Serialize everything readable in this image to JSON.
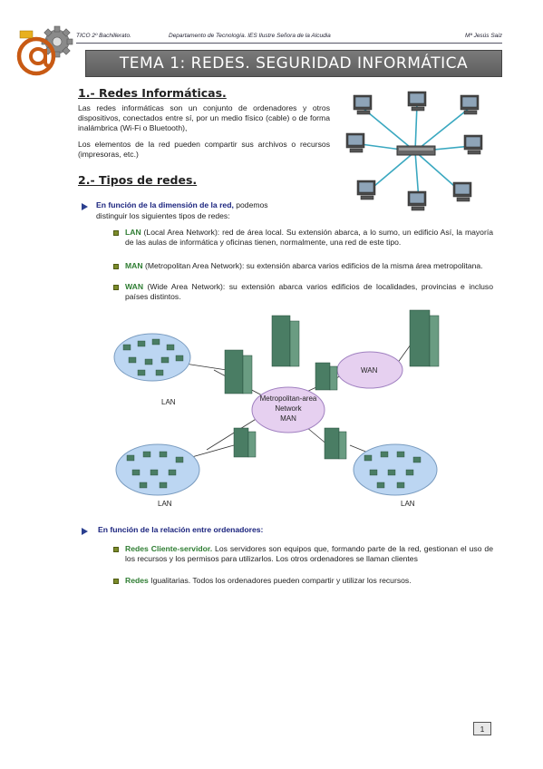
{
  "header": {
    "left": "TICO 2º Bachillerato.",
    "center": "Departamento de Tecnología. IES Ilustre Señora de la Alcudia",
    "right": "Mª Jesús Saiz"
  },
  "title": "TEMA 1: REDES. SEGURIDAD INFORMÁTICA",
  "section1": {
    "heading": "1.- Redes Informáticas.",
    "p1": "Las redes informáticas son un conjunto de ordenadores y otros dispositivos, conectados entre sí, por un medio físico (cable) o de forma inalámbrica (Wi-Fi o Bluetooth),",
    "p2": "Los elementos de la red pueden compartir sus archivos o recursos (impresoras, etc.)"
  },
  "section2": {
    "heading": "2.- Tipos de redes.",
    "bullet1_bold": "En función de la dimensión de la red,",
    "bullet1_rest": " podemos",
    "bullet1_line2": "distinguir los siguientes tipos de redes:",
    "items": [
      {
        "term": "LAN",
        "text": " (Local Area Network): red de área local. Su extensión abarca, a lo sumo, un edificio Así, la mayoría de las aulas de informática y oficinas tienen, normalmente, una red de este tipo."
      },
      {
        "term": "MAN",
        "text": " (Metropolitan Area Network): su extensión abarca varios edificios de la misma área metropolitana."
      },
      {
        "term": "WAN",
        "text": " (Wide Area Network): su extensión abarca varios edificios de localidades, provincias e incluso países distintos."
      }
    ],
    "bullet2": "En función de la relación entre ordenadores:",
    "items2": [
      {
        "term": "Redes Cliente-servidor.",
        "text": " Los servidores son equipos que, formando parte de la red, gestionan el uso de los recursos y los permisos para utilizarlos. Los otros ordenadores se llaman clientes"
      },
      {
        "term": "Redes",
        "text": " Igualitarias. Todos los ordenadores pueden compartir y utilizar los recursos."
      }
    ]
  },
  "diagram": {
    "lan_label": "LAN",
    "wan_label": "WAN",
    "man_line1": "Metropolitan-area",
    "man_line2": "Network",
    "man_line3": "MAN"
  },
  "page_number": "1"
}
